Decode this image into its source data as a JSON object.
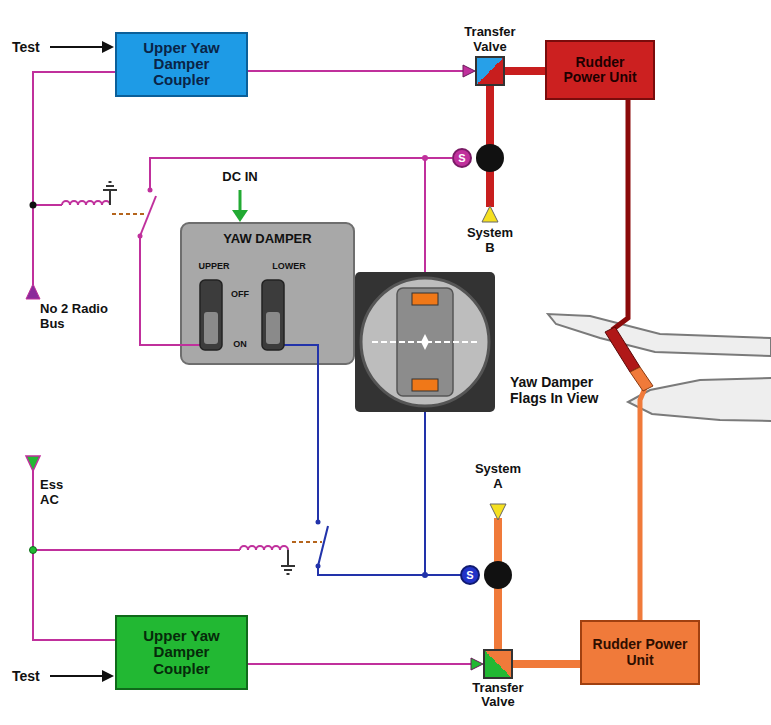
{
  "diagram": {
    "nodes": [
      {
        "text": [
          "Upper Yaw Damper Coupler"
        ]
      },
      {
        "text": [
          "Transfer Valve"
        ]
      },
      {
        "text": [
          "Rudder Power Unit"
        ]
      },
      {
        "text": [
          "S"
        ]
      },
      {
        "text": [
          "YAW DAMPER",
          "UPPER",
          "LOWER",
          "OFF",
          "ON"
        ]
      },
      {
        "text": [
          "S"
        ]
      },
      {
        "text": [
          "Upper Yaw Damper Coupler"
        ]
      },
      {
        "text": [
          "Transfer Valve"
        ]
      },
      {
        "text": [
          "Rudder Power Unit"
        ]
      }
    ],
    "edges": [
      {
        "from": 0,
        "to": 1,
        "arrow": "to"
      },
      {
        "from": 1,
        "to": 2,
        "arrow": "none"
      },
      {
        "from": 6,
        "to": 7,
        "arrow": "to"
      },
      {
        "from": 7,
        "to": 8,
        "arrow": "none"
      }
    ],
    "labels": [
      "Test",
      "DC IN",
      "System B",
      "No 2 Radio Bus",
      "Yaw Damper Flags In View",
      "Ess AC",
      "System A",
      "Test"
    ]
  }
}
